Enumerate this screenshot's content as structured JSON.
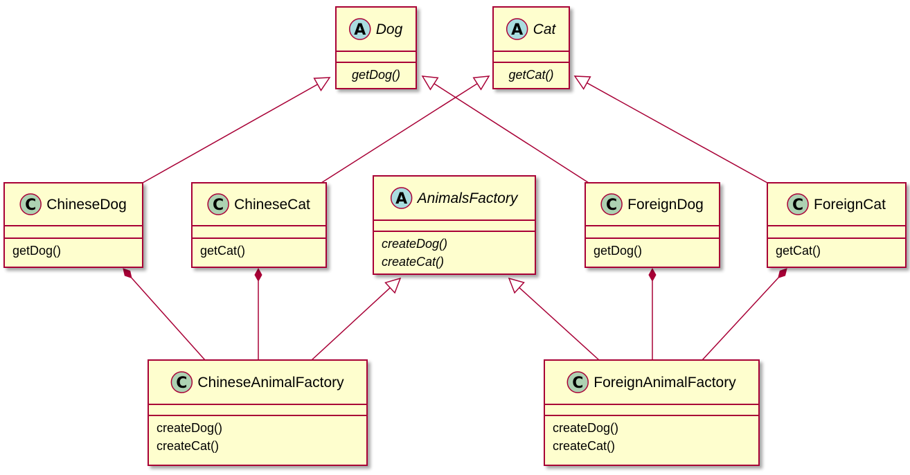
{
  "diagram": {
    "type": "uml-class-diagram",
    "colors": {
      "box_fill": "#FEFECE",
      "border": "#A80036",
      "abstract_badge": "#A9DCDF",
      "class_badge": "#ADD1B2",
      "shadow": "#c8c8c8"
    },
    "classes": [
      {
        "id": "dog",
        "name": "Dog",
        "stereotype": "A",
        "abstract": true,
        "methods": [
          "getDog()"
        ]
      },
      {
        "id": "cat",
        "name": "Cat",
        "stereotype": "A",
        "abstract": true,
        "methods": [
          "getCat()"
        ]
      },
      {
        "id": "chinese-dog",
        "name": "ChineseDog",
        "stereotype": "C",
        "abstract": false,
        "methods": [
          "getDog()"
        ]
      },
      {
        "id": "chinese-cat",
        "name": "ChineseCat",
        "stereotype": "C",
        "abstract": false,
        "methods": [
          "getCat()"
        ]
      },
      {
        "id": "animals-factory",
        "name": "AnimalsFactory",
        "stereotype": "A",
        "abstract": true,
        "methods": [
          "createDog()",
          "createCat()"
        ]
      },
      {
        "id": "foreign-dog",
        "name": "ForeignDog",
        "stereotype": "C",
        "abstract": false,
        "methods": [
          "getDog()"
        ]
      },
      {
        "id": "foreign-cat",
        "name": "ForeignCat",
        "stereotype": "C",
        "abstract": false,
        "methods": [
          "getCat()"
        ]
      },
      {
        "id": "chinese-animal-factory",
        "name": "ChineseAnimalFactory",
        "stereotype": "C",
        "abstract": false,
        "methods": [
          "createDog()",
          "createCat()"
        ]
      },
      {
        "id": "foreign-animal-factory",
        "name": "ForeignAnimalFactory",
        "stereotype": "C",
        "abstract": false,
        "methods": [
          "createDog()",
          "createCat()"
        ]
      }
    ],
    "relations": [
      {
        "kind": "inheritance",
        "from": "chinese-dog",
        "to": "dog"
      },
      {
        "kind": "inheritance",
        "from": "chinese-cat",
        "to": "cat"
      },
      {
        "kind": "inheritance",
        "from": "foreign-dog",
        "to": "dog"
      },
      {
        "kind": "inheritance",
        "from": "foreign-cat",
        "to": "cat"
      },
      {
        "kind": "inheritance",
        "from": "chinese-animal-factory",
        "to": "animals-factory"
      },
      {
        "kind": "inheritance",
        "from": "foreign-animal-factory",
        "to": "animals-factory"
      },
      {
        "kind": "composition",
        "from": "chinese-dog",
        "to": "chinese-animal-factory"
      },
      {
        "kind": "composition",
        "from": "chinese-cat",
        "to": "chinese-animal-factory"
      },
      {
        "kind": "composition",
        "from": "foreign-dog",
        "to": "foreign-animal-factory"
      },
      {
        "kind": "composition",
        "from": "foreign-cat",
        "to": "foreign-animal-factory"
      }
    ]
  }
}
